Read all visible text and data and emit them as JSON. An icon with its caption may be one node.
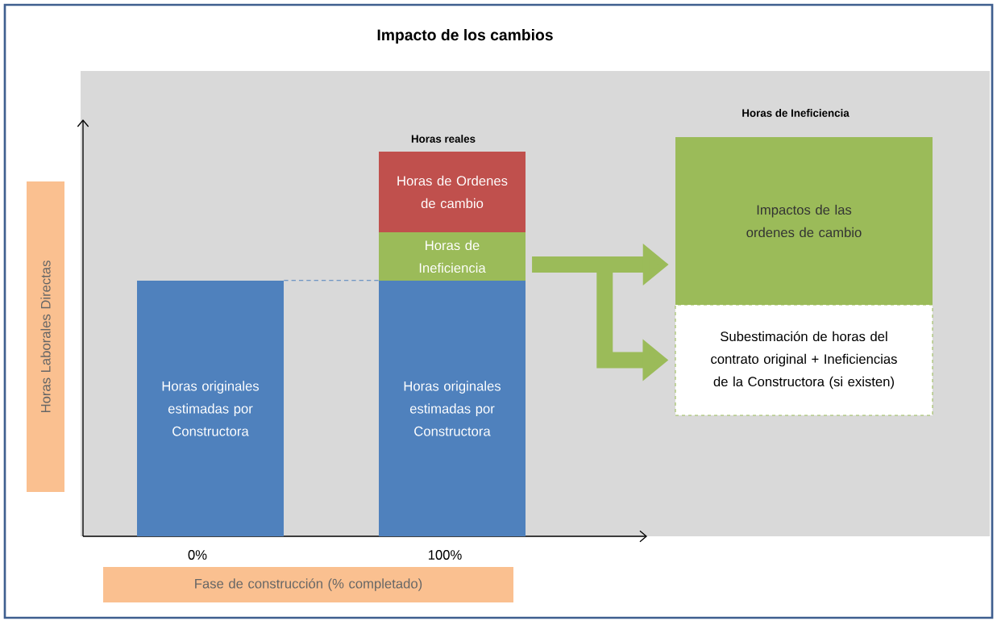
{
  "diagram": {
    "title": "Impacto de los cambios",
    "nodes": [
      {
        "text": [
          "Horas originales estimadas por Constructora"
        ]
      },
      {
        "text": [
          "Horas de Ordenes de cambio"
        ],
        "beside": [
          "Horas reales"
        ]
      },
      {
        "text": [
          "Horas de Ineficiencia"
        ]
      },
      {
        "text": [
          "Horas originales estimadas por Constructora"
        ]
      },
      {
        "text": [
          "Impactos de las ordenes de cambio"
        ],
        "beside": [
          "Horas de Ineficiencia"
        ]
      },
      {
        "text": [
          "Subestimación de horas del contrato original + Ineficiencias de la Constructora (si existen)"
        ]
      },
      {
        "text": [
          "Horas Laborales Directas"
        ]
      },
      {
        "text": [
          "Fase de construcción (% completado)"
        ]
      }
    ],
    "edges": [
      {
        "from": 0,
        "to": 3,
        "arrow": "none",
        "style": "dashed",
        "color": "#4f81bd"
      },
      {
        "from": 2,
        "to": 4,
        "arrow": "to"
      },
      {
        "from": 2,
        "to": 5,
        "arrow": "to"
      }
    ],
    "labels": [
      "0%",
      "100%"
    ]
  }
}
